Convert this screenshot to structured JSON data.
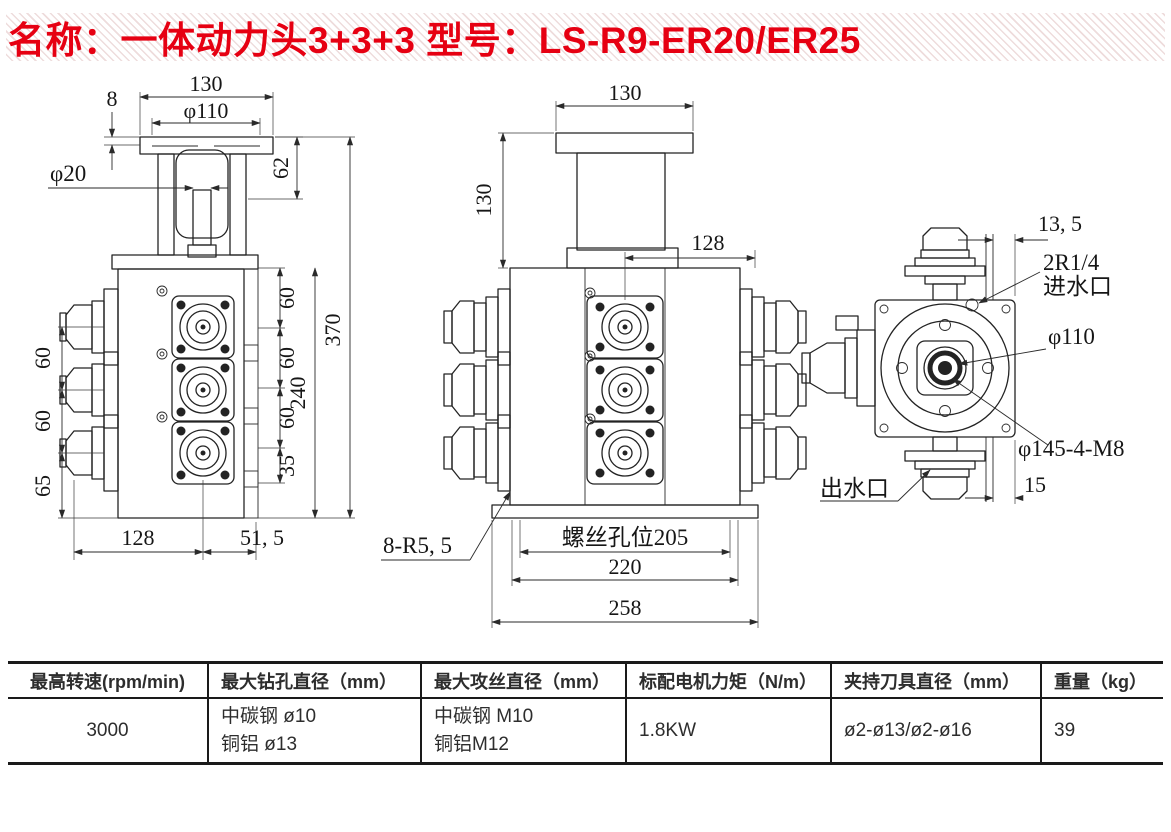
{
  "title": {
    "text": "名称：一体动力头3+3+3  型号：LS-R9-ER20/ER25",
    "color": "#e60012"
  },
  "front_view": {
    "dim_130_top": "130",
    "dim_d110": "φ110",
    "dim_8": "8",
    "dim_d20": "φ20",
    "dim_62": "62",
    "dim_60_left_a": "60",
    "dim_60_left_b": "60",
    "dim_65": "65",
    "dim_60_right_a": "60",
    "dim_60_right_b": "60",
    "dim_60_right_c": "60",
    "dim_35": "35",
    "dim_240": "240",
    "dim_370": "370",
    "dim_128": "128",
    "dim_51_5": "51, 5"
  },
  "side_view": {
    "dim_130_top": "130",
    "dim_130_left": "130",
    "dim_128": "128",
    "label_8r55": "8-R5, 5",
    "dim_screw_205": "螺丝孔位205",
    "dim_220": "220",
    "dim_258": "258"
  },
  "end_view": {
    "dim_13_5": "13, 5",
    "label_inlet_line1": "2R1/4",
    "label_inlet_line2": "进水口",
    "dim_d110": "φ110",
    "dim_d145": "φ145-4-M8",
    "label_outlet": "出水口",
    "dim_15": "15"
  },
  "spec_table": {
    "headers": [
      "最高转速(rpm/min)",
      "最大钻孔直径（mm）",
      "最大攻丝直径（mm）",
      "标配电机力矩（N/m）",
      "夹持刀具直径（mm）",
      "重量（kg）"
    ],
    "row": {
      "speed": "3000",
      "drill_line1": "中碳钢 ø10",
      "drill_line2": "铜铝 ø13",
      "tap_line1": "中碳钢 M10",
      "tap_line2": "铜铝M12",
      "torque": "1.8KW",
      "clamp": "ø2-ø13/ø2-ø16",
      "weight": "39"
    }
  }
}
